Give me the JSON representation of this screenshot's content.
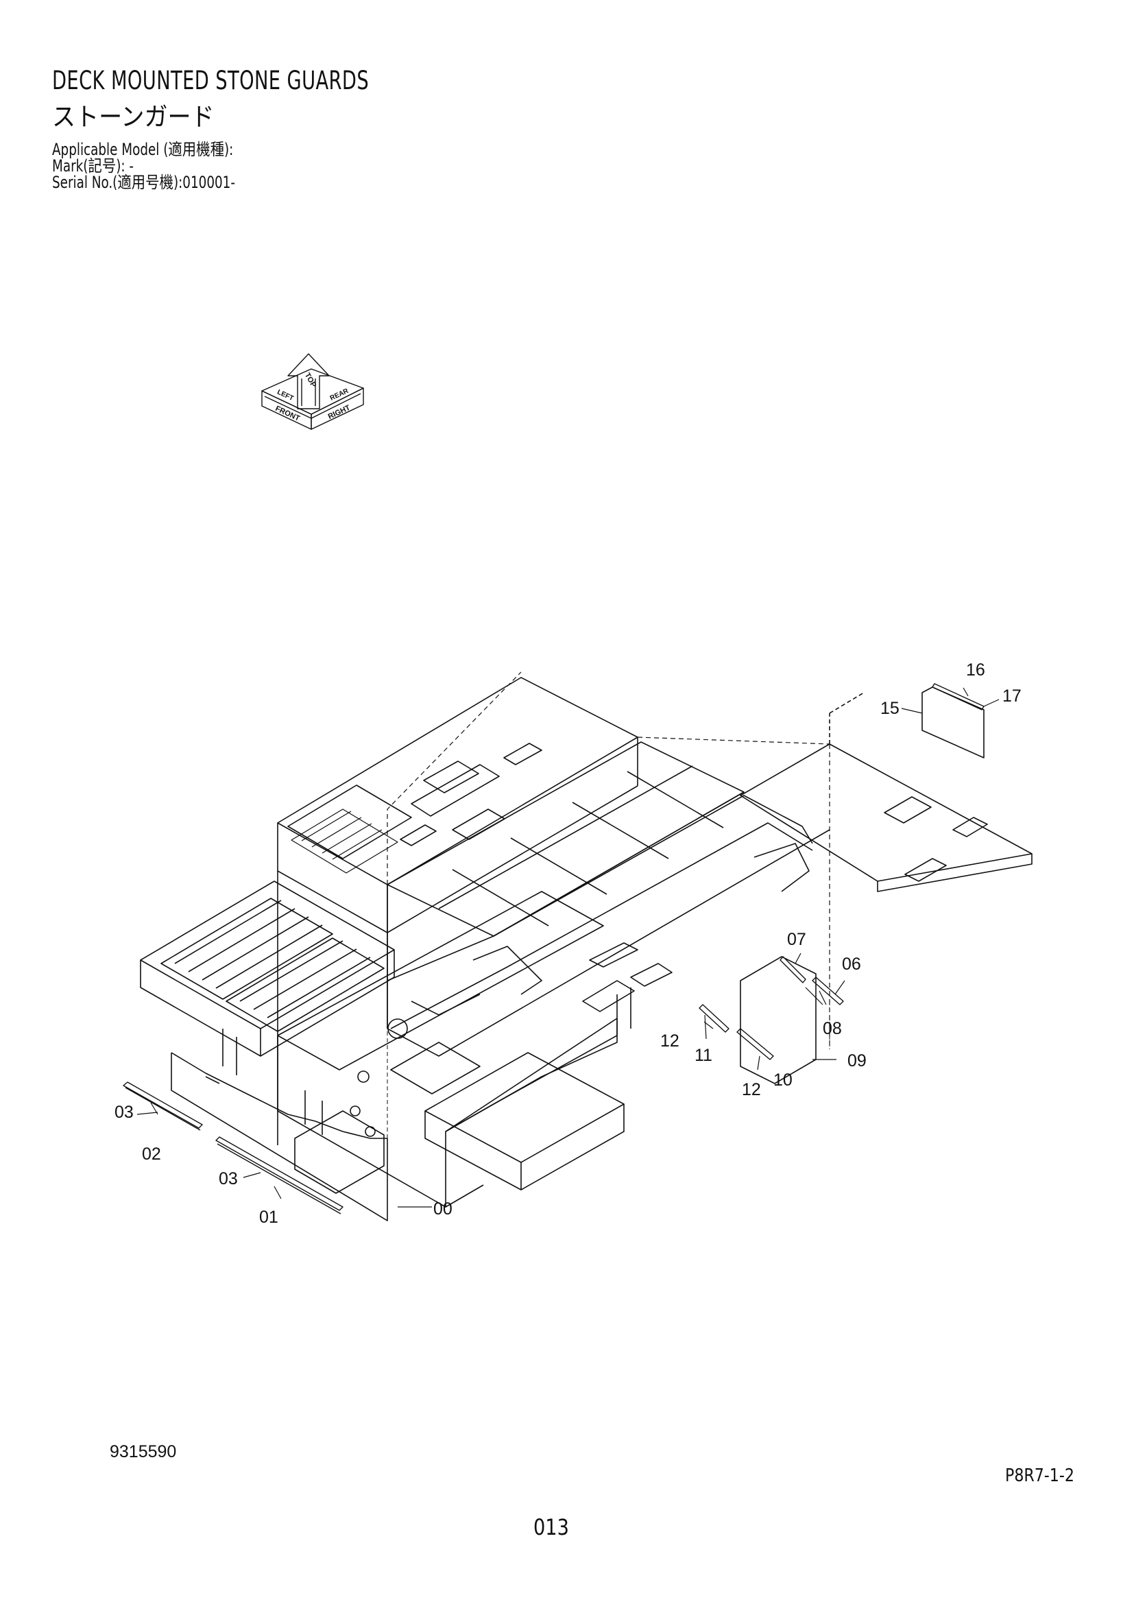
{
  "header": {
    "title_en": "DECK MOUNTED STONE GUARDS",
    "title_ja": "ストーンガード",
    "applicable_model": "Applicable Model (適用機種):",
    "mark": "Mark(記号): -",
    "serial": "Serial No.(適用号機):010001-"
  },
  "orientation_icon": {
    "labels": [
      "TOP",
      "FRONT",
      "RIGHT",
      "LEFT",
      "REAR"
    ]
  },
  "callouts": {
    "c00": "00",
    "c01": "01",
    "c02": "02",
    "c03a": "03",
    "c03b": "03",
    "c06": "06",
    "c07": "07",
    "c08": "08",
    "c09": "09",
    "c10": "10",
    "c11": "11",
    "c12a": "12",
    "c12b": "12",
    "c15": "15",
    "c16": "16",
    "c17": "17"
  },
  "footer": {
    "illustration_number": "9315590",
    "page_code": "P8R7-1-2",
    "page_number": "013"
  }
}
